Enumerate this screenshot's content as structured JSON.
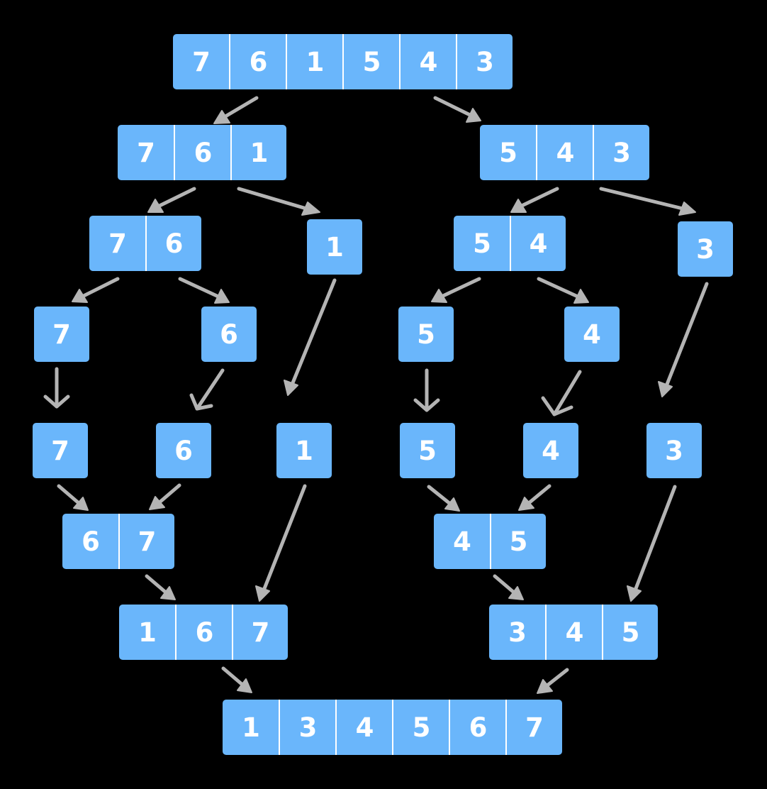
{
  "diagram": {
    "colors": {
      "box_fill": "#6ab6fb",
      "divider": "#ffffff",
      "text": "#ffffff",
      "arrow": "#b4b4b4",
      "background": "#000000"
    },
    "divide": {
      "level0": {
        "array": [
          "7",
          "6",
          "1",
          "5",
          "4",
          "3"
        ]
      },
      "level1": {
        "left": [
          "7",
          "6",
          "1"
        ],
        "right": [
          "5",
          "4",
          "3"
        ]
      },
      "level2": {
        "left_pair": [
          "7",
          "6"
        ],
        "left_single": [
          "1"
        ],
        "right_pair": [
          "5",
          "4"
        ],
        "right_single": [
          "3"
        ]
      },
      "level3": {
        "a": [
          "7"
        ],
        "b": [
          "6"
        ],
        "c": [
          "5"
        ],
        "d": [
          "4"
        ]
      }
    },
    "merge": {
      "singles": {
        "a": [
          "7"
        ],
        "b": [
          "6"
        ],
        "c": [
          "1"
        ],
        "d": [
          "5"
        ],
        "e": [
          "4"
        ],
        "f": [
          "3"
        ]
      },
      "pairs": {
        "left": [
          "6",
          "7"
        ],
        "right": [
          "4",
          "5"
        ]
      },
      "triples": {
        "left": [
          "1",
          "6",
          "7"
        ],
        "right": [
          "3",
          "4",
          "5"
        ]
      },
      "final": {
        "array": [
          "1",
          "3",
          "4",
          "5",
          "6",
          "7"
        ]
      }
    }
  }
}
